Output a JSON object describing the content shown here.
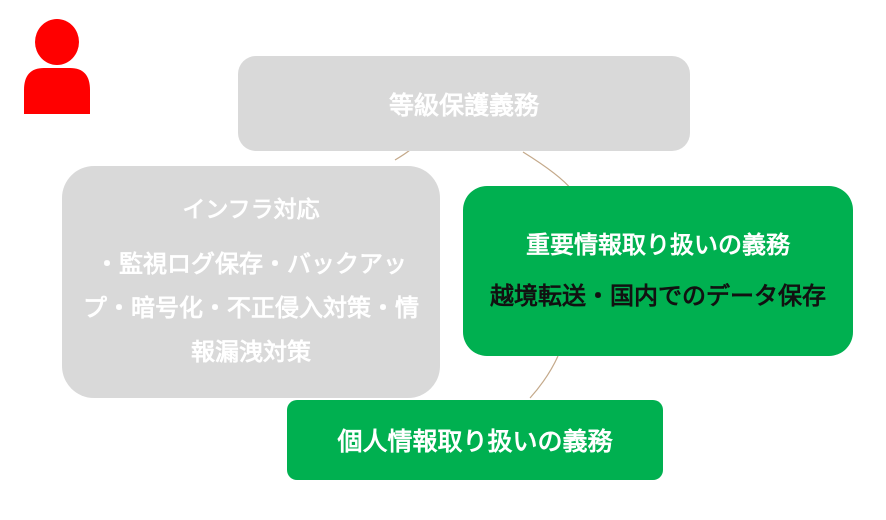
{
  "diagram": {
    "grade_obligation": "等級保護義務",
    "infra": {
      "title": "インフラ対応",
      "body": "・監視ログ保存・バックアップ・暗号化・不正侵入対策・情報漏洩対策"
    },
    "important_data": {
      "title": "重要情報取り扱いの義務",
      "body": "越境転送・国内でのデータ保存"
    },
    "personal_data": "個人情報取り扱いの義務"
  },
  "colors": {
    "gray_box": "#d9d9d9",
    "green_box": "#00b050",
    "person_icon": "#ff0000",
    "arc_line": "#c4a98a"
  },
  "icons": [
    "person-icon"
  ]
}
